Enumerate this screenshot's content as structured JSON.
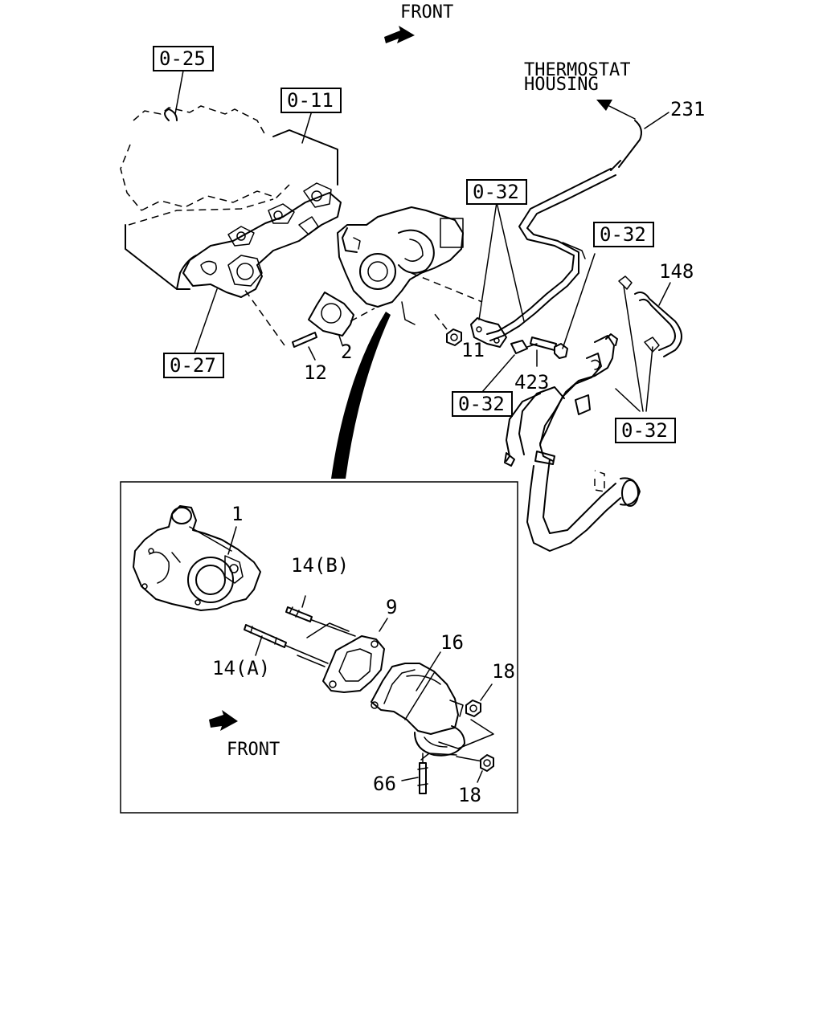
{
  "top": {
    "front_label": "FRONT",
    "thermostat_line1": "THERMOSTAT",
    "thermostat_line2": "HOUSING"
  },
  "ref_boxes": {
    "engine_block": "0-25",
    "exhaust_manifold": "0-11",
    "manifold_lower": "0-27",
    "pipe_bracket_upper": "0-32",
    "hose_clip": "0-32",
    "bolt_ref": "0-32",
    "water_pipe": "0-32"
  },
  "callouts": {
    "hose_231": "231",
    "hose_148": "148",
    "gasket_2": "2",
    "stud_12": "12",
    "nut_11": "11",
    "stud_423": "423"
  },
  "detail": {
    "turbo_1": "1",
    "stud_14b": "14(B)",
    "stud_14a": "14(A)",
    "gasket_9": "9",
    "elbow_16": "16",
    "nut_18_upper": "18",
    "nut_18_lower": "18",
    "stud_66": "66",
    "front_label": "FRONT"
  },
  "colors": {
    "ink": "#000000",
    "paper": "#ffffff"
  }
}
